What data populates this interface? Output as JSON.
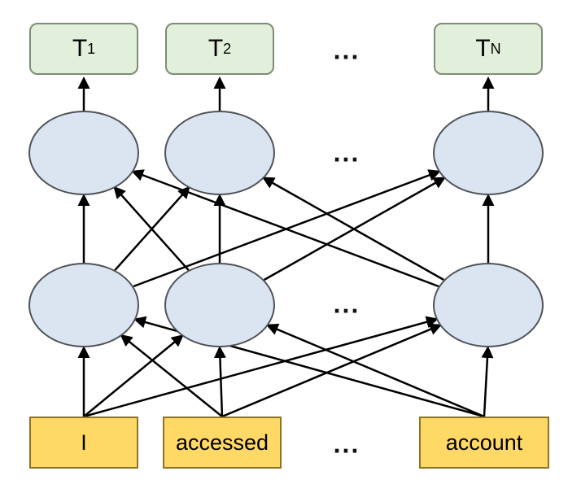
{
  "diagram": {
    "title": "bidirectional-encoder-diagram",
    "ellipsis": "...",
    "outputs": [
      {
        "main": "T",
        "sub": "1"
      },
      {
        "main": "T",
        "sub": "2"
      },
      {
        "main": "T",
        "sub": "N"
      }
    ],
    "inputs": [
      "I",
      "accessed",
      "account"
    ],
    "colors": {
      "output_fill": "#e2efda",
      "hidden_fill": "#dbe5f1",
      "input_fill": "#ffd966",
      "arrow": "#000000"
    }
  }
}
